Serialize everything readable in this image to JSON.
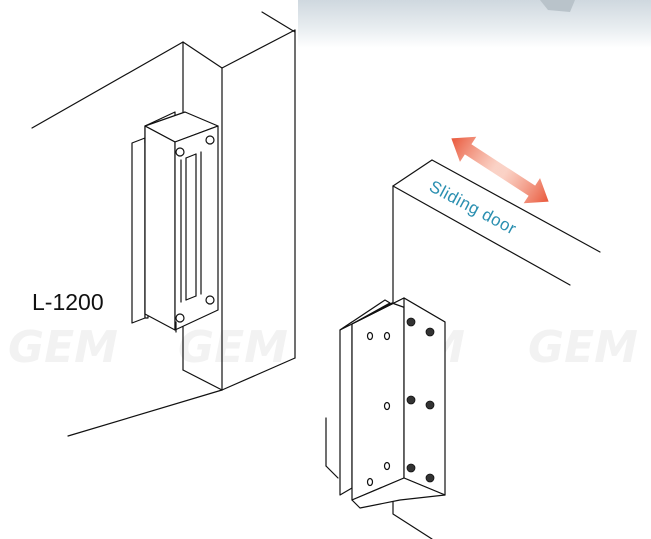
{
  "model_label": "L-1200",
  "door_label": "Sliding door",
  "watermark": [
    "GEM",
    "GEM",
    "GEM",
    "GEM"
  ],
  "colors": {
    "arrow": "#e9573a",
    "door_text": "#2a8fb0",
    "line": "#111111",
    "watermark": "#f2f2f2"
  },
  "icons": [
    "double-headed-arrow-icon",
    "screw-hole-icon"
  ]
}
